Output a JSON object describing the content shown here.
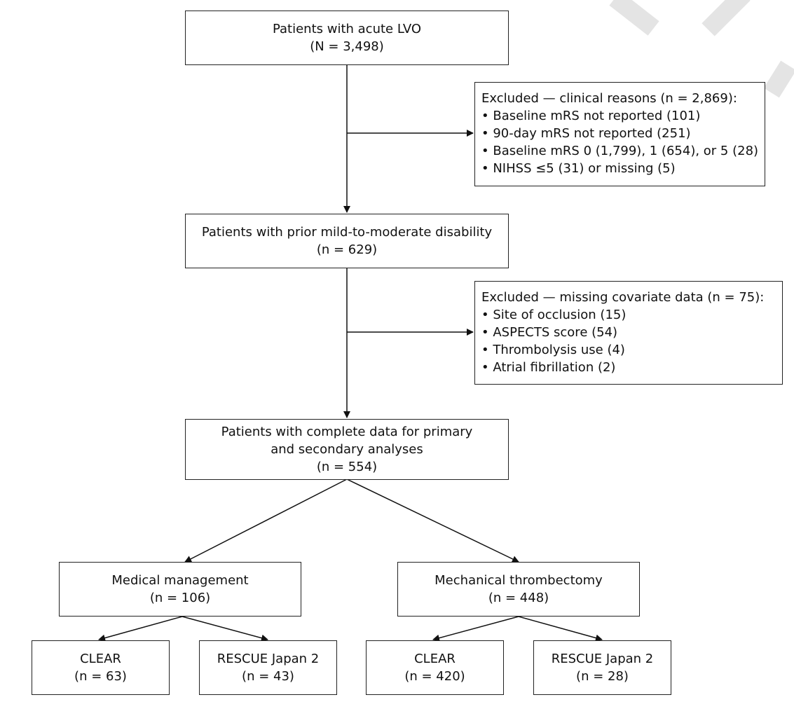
{
  "boxes": {
    "acute_lvo": {
      "line1": "Patients with acute LVO",
      "line2": "(N = 3,498)"
    },
    "exclusion_clinical": {
      "title": "Excluded — clinical reasons (n = 2,869):",
      "items": [
        "Baseline mRS not reported (101)",
        "90-day mRS not reported (251)",
        "Baseline mRS 0 (1,799), 1 (654), or 5 (28)",
        "NIHSS ≤5 (31) or missing (5)"
      ]
    },
    "prior_disability": {
      "line1": "Patients with prior mild-to-moderate disability",
      "line2": "(n = 629)"
    },
    "exclusion_covariate": {
      "title": "Excluded — missing covariate data (n = 75):",
      "items": [
        "Site of occlusion (15)",
        "ASPECTS score (54)",
        "Thrombolysis use (4)",
        "Atrial fibrillation (2)"
      ]
    },
    "complete_data": {
      "line1": "Patients with complete data for primary",
      "line2": "and secondary analyses",
      "line3": "(n = 554)"
    },
    "medical_management": {
      "line1": "Medical management",
      "line2": "(n = 106)"
    },
    "thrombectomy": {
      "line1": "Mechanical thrombectomy",
      "line2": "(n = 448)"
    },
    "mm_clear": {
      "line1": "CLEAR",
      "line2": "(n = 63)"
    },
    "mm_rescue": {
      "line1": "RESCUE Japan 2",
      "line2": "(n = 43)"
    },
    "mt_clear": {
      "line1": "CLEAR",
      "line2": "(n = 420)"
    },
    "mt_rescue": {
      "line1": "RESCUE Japan 2",
      "line2": "(n = 28)"
    }
  },
  "colors": {
    "line": "#111111",
    "border": "#222222",
    "watermark": "#e4e4e4"
  }
}
